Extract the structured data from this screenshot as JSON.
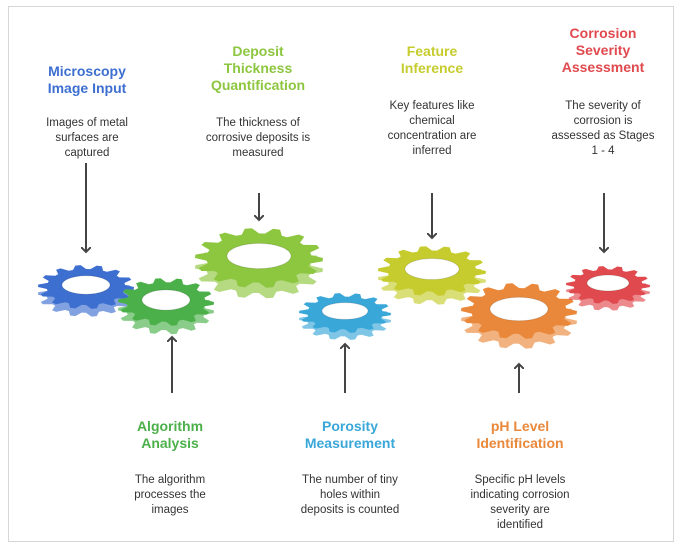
{
  "colors": {
    "blue": "#3d6fd0",
    "green": "#4cb04a",
    "lime": "#8dc63f",
    "sky": "#3aa7d9",
    "yellow": "#c6cc2e",
    "orange": "#e9883a",
    "red": "#e04a4f",
    "arrow": "#444444",
    "text": "#333333"
  },
  "steps": [
    {
      "title": "Microscopy\nImage Input",
      "desc": "Images of metal\nsurfaces are\ncaptured"
    },
    {
      "title": "Algorithm\nAnalysis",
      "desc": "The algorithm\nprocesses the\nimages"
    },
    {
      "title": "Deposit\nThickness\nQuantification",
      "desc": "The thickness of\ncorrosive deposits is\nmeasured"
    },
    {
      "title": "Porosity\nMeasurement",
      "desc": "The number of tiny\nholes within\ndeposits is counted"
    },
    {
      "title": "Feature\nInference",
      "desc": "Key features like\nchemical\nconcentration are\ninferred"
    },
    {
      "title": "pH Level\nIdentification",
      "desc": "Specific pH levels\nindicating corrosion\nseverity are\nidentified"
    },
    {
      "title": "Corrosion\nSeverity\nAssessment",
      "desc": "The severity of\ncorrosion is\nassessed as Stages\n1 - 4"
    }
  ]
}
